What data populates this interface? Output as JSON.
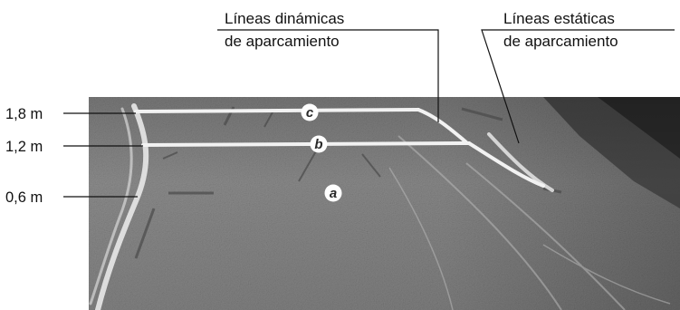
{
  "callouts": {
    "dynamic_line1": "Líneas dinámicas",
    "dynamic_line2": "de aparcamiento",
    "static_line1": "Líneas estáticas",
    "static_line2": "de aparcamiento"
  },
  "distances": {
    "far": "1,8 m",
    "mid": "1,2 m",
    "near": "0,6 m"
  },
  "markers": {
    "c": "c",
    "b": "b",
    "a": "a"
  }
}
